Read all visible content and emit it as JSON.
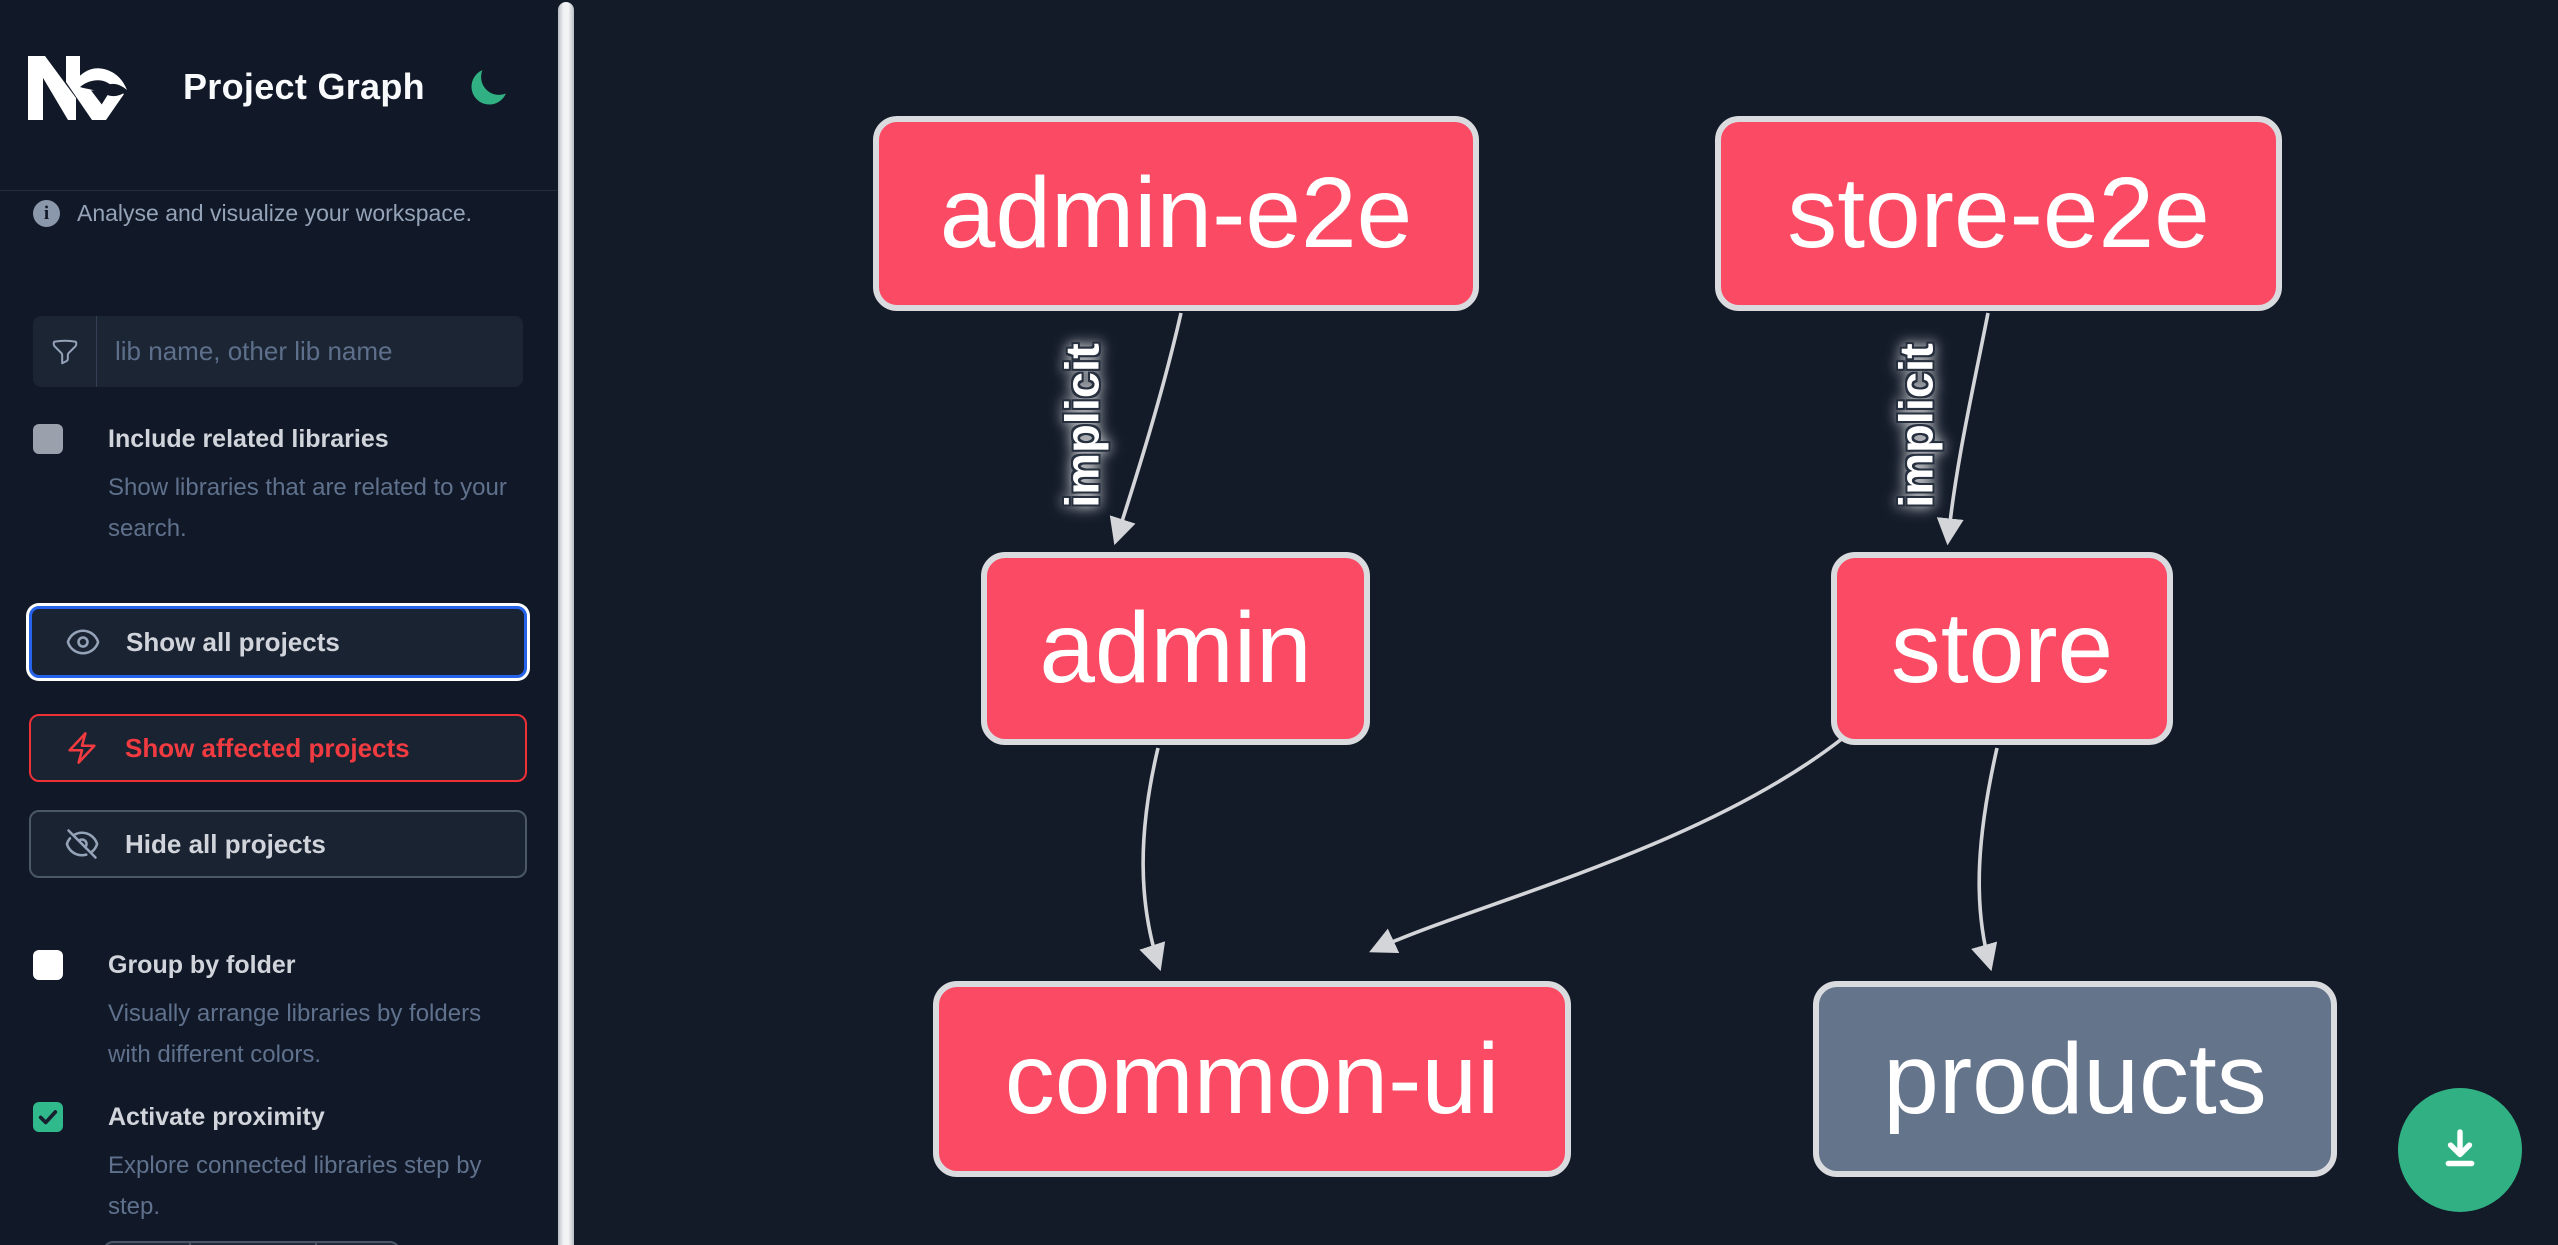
{
  "app": {
    "title": "Project Graph"
  },
  "theme": {
    "sidebar_bg": "#111827",
    "canvas_bg": "#131b29",
    "affected_node_color": "#fb4a64",
    "normal_node_color": "#64748b",
    "node_border_color": "#d9dbdf",
    "edge_color": "#d3d5d9",
    "accent_green": "#31b183",
    "focus_blue": "#2563eb",
    "affected_red": "#ee3137"
  },
  "sidebar": {
    "tagline": "Analyse and visualize your workspace.",
    "search": {
      "placeholder": "lib name, other lib name"
    },
    "checkboxes": [
      {
        "label": "Include related libraries",
        "description": "Show libraries that are related to your search.",
        "checked": false,
        "disabled": true
      },
      {
        "label": "Group by folder",
        "description": "Visually arrange libraries by folders with different colors.",
        "checked": false,
        "disabled": false
      },
      {
        "label": "Activate proximity",
        "description": "Explore connected libraries step by step.",
        "checked": true,
        "disabled": false
      }
    ],
    "buttons": [
      {
        "label": "Show all projects",
        "state": "focused"
      },
      {
        "label": "Show affected projects",
        "state": "affected"
      },
      {
        "label": "Hide all projects",
        "state": "default"
      }
    ]
  },
  "graph": {
    "nodes": [
      {
        "id": "admin-e2e",
        "type": "affected"
      },
      {
        "id": "store-e2e",
        "type": "affected"
      },
      {
        "id": "admin",
        "type": "affected"
      },
      {
        "id": "store",
        "type": "affected"
      },
      {
        "id": "common-ui",
        "type": "affected"
      },
      {
        "id": "products",
        "type": "normal"
      }
    ],
    "edges": [
      {
        "from": "admin-e2e",
        "to": "admin",
        "label": "implicit"
      },
      {
        "from": "store-e2e",
        "to": "store",
        "label": "implicit"
      },
      {
        "from": "admin",
        "to": "common-ui",
        "label": ""
      },
      {
        "from": "store",
        "to": "common-ui",
        "label": ""
      },
      {
        "from": "store",
        "to": "products",
        "label": ""
      }
    ]
  },
  "fab": {
    "icon": "download-icon"
  }
}
